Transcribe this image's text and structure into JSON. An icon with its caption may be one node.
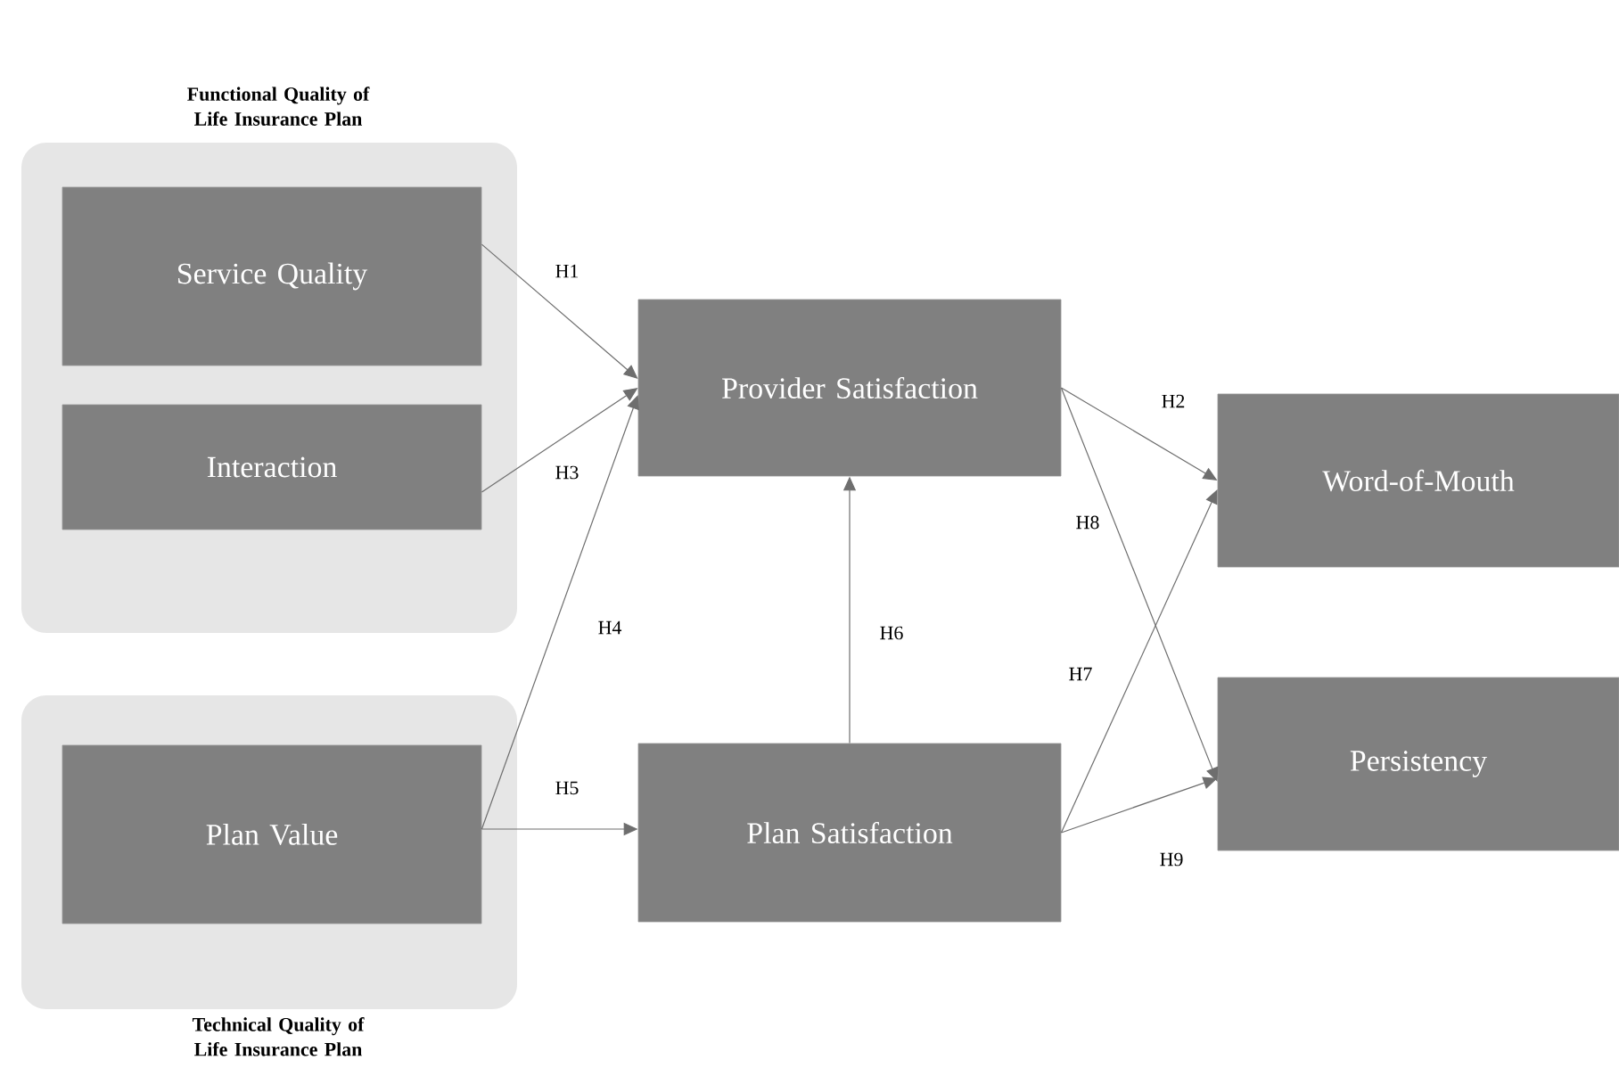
{
  "diagram": {
    "nodes": [
      {
        "text": [
          "Functional Quality of Life Insurance Plan"
        ]
      },
      {
        "text": [
          "Service Quality"
        ],
        "in": 0
      },
      {
        "text": [
          "Interaction"
        ],
        "in": 0
      },
      {
        "text": [
          "Technical Quality of Life Insurance Plan"
        ]
      },
      {
        "text": [
          "Plan Value"
        ],
        "in": 3
      },
      {
        "text": [
          "Provider Satisfaction"
        ]
      },
      {
        "text": [
          "Plan Satisfaction"
        ]
      },
      {
        "text": [
          "Word-of-Mouth"
        ]
      },
      {
        "text": [
          "Persistency"
        ]
      }
    ],
    "edges": [
      {
        "from": 1,
        "to": 5,
        "arrow": "to",
        "label": "H1"
      },
      {
        "from": 5,
        "to": 7,
        "arrow": "to",
        "label": "H2"
      },
      {
        "from": 2,
        "to": 5,
        "arrow": "to",
        "label": "H3"
      },
      {
        "from": 4,
        "to": 5,
        "arrow": "to",
        "label": "H4"
      },
      {
        "from": 4,
        "to": 6,
        "arrow": "to",
        "label": "H5"
      },
      {
        "from": 6,
        "to": 5,
        "arrow": "to",
        "label": "H6"
      },
      {
        "from": 6,
        "to": 7,
        "arrow": "to",
        "label": "H7"
      },
      {
        "from": 5,
        "to": 8,
        "arrow": "to",
        "label": "H8"
      },
      {
        "from": 6,
        "to": 8,
        "arrow": "to",
        "label": "H9"
      }
    ]
  }
}
